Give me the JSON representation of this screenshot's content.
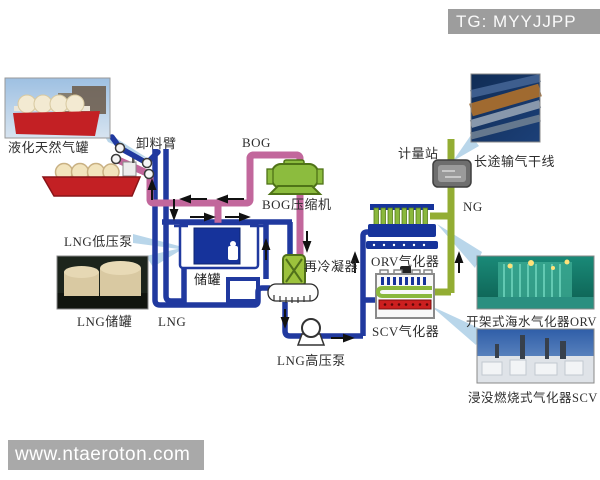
{
  "overlay": {
    "tg_watermark": "TG: MYYJJPP",
    "site_watermark": "www.ntaeroton.com"
  },
  "labels": {
    "lng_carrier": "液化天然气罐",
    "unloading_arm": "卸料臂",
    "bog": "BOG",
    "bog_compressor": "BOG压缩机",
    "lng_lp_pump": "LNG低压泵",
    "storage_tank": "储罐",
    "lng_storage_tank": "LNG储罐",
    "lng": "LNG",
    "recondenser": "再冷凝器",
    "lng_hp_pump": "LNG高压泵",
    "orv_vaporizer": "ORV气化器",
    "scv_vaporizer": "SCV气化器",
    "metering_station": "计量站",
    "pipeline": "长途输气干线",
    "ng": "NG",
    "orv_photo": "开架式海水气化器ORV",
    "scv_photo": "浸没燃烧式气化器SCV"
  },
  "colors": {
    "lng_pipe_blue": "#20399f",
    "bog_pipe_pink": "#c2679c",
    "ng_pipe_green": "#93ad33",
    "equipment_green": "#8cbc3e",
    "ship_red": "#c32024",
    "callout_blue": "#b9d6ea",
    "watermark_gray": "#9d9d9d"
  }
}
